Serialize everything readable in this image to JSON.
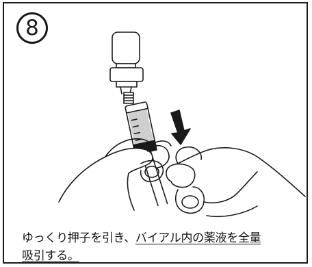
{
  "step": {
    "number_label": "8"
  },
  "illustration": {
    "description_icon": "syringe-vial-hands-icon",
    "arrow_direction": "down"
  },
  "instruction": {
    "plain_text": "ゆっくり押子を引き、",
    "underlined_line1": "バイアル内の薬液を全量",
    "underlined_line2": "吸引する。"
  },
  "colors": {
    "line": "#1a1a1a",
    "liquid": "#cfcfcf",
    "background": "#ffffff"
  }
}
